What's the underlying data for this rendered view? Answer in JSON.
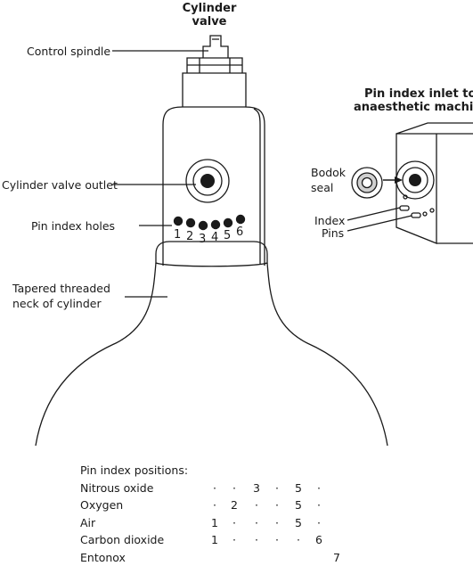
{
  "title": {
    "line1": "Cylinder",
    "line2": "valve"
  },
  "callouts": {
    "control_spindle": "Control spindle",
    "valve_outlet": "Cylinder valve outlet",
    "pin_index_holes": "Pin index holes",
    "tapered_neck_line1": "Tapered threaded",
    "tapered_neck_line2": "neck of cylinder"
  },
  "hole_numbers": [
    "1",
    "2",
    "3",
    "4",
    "5",
    "6"
  ],
  "inlet": {
    "title_line1": "Pin index inlet to",
    "title_line2": "anaesthetic machine",
    "bodok_line1": "Bodok",
    "bodok_line2": "seal",
    "index": "Index",
    "pins": "Pins"
  },
  "table": {
    "heading": "Pin index positions:",
    "rows": [
      {
        "name": "Nitrous oxide",
        "cells": [
          "·",
          "·",
          "3",
          "·",
          "5",
          "·",
          ""
        ]
      },
      {
        "name": "Oxygen",
        "cells": [
          "·",
          "2",
          "·",
          "·",
          "5",
          "·",
          ""
        ]
      },
      {
        "name": "Air",
        "cells": [
          "1",
          "·",
          "·",
          "·",
          "5",
          "·",
          ""
        ]
      },
      {
        "name": "Carbon dioxide",
        "cells": [
          "1",
          "·",
          "·",
          "·",
          "·",
          "6",
          ""
        ]
      },
      {
        "name": "Entonox",
        "cells": [
          "",
          "",
          "",
          "",
          "",
          "",
          "7"
        ]
      }
    ]
  }
}
